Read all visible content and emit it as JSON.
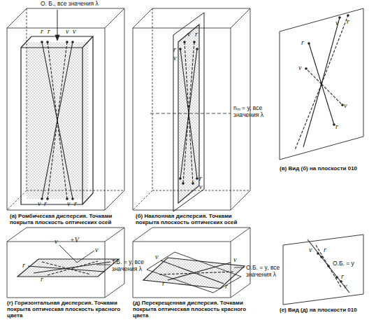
{
  "diagram": {
    "labels": [
      "О. Б., все значения λ",
      "r",
      "r",
      "v",
      "v",
      "v",
      "r",
      "v",
      "r",
      "(а) Ромбическая дисперсия. Точками покрыта плоскость оптических осей",
      "v",
      "r",
      "r",
      "v",
      "r",
      "v",
      "nₘ = y, все значения λ",
      "(б) Наклонная дисперсия. Точками покрыта плоскость оптических осей",
      "v",
      "r",
      "r",
      "v",
      "r",
      "v",
      "(в) Вид (б) на плоскости 010",
      "v",
      "+V",
      "v",
      "r",
      "r",
      "Т.Б. = y, все значения λ",
      "(г) Горизонтальная дисперсия. Точками покрыта оптическая плоскость красного цвета",
      "v",
      "r",
      "r",
      "v",
      "О.Б. = y, все значения λ",
      "(д) Перекрещенная дисперсия. Точками покрыта оптическая плоскость красного цвета",
      "v",
      "r",
      "О.Б. = y",
      "r",
      "v",
      "(е) Вид (д) на плоскости 010"
    ]
  }
}
